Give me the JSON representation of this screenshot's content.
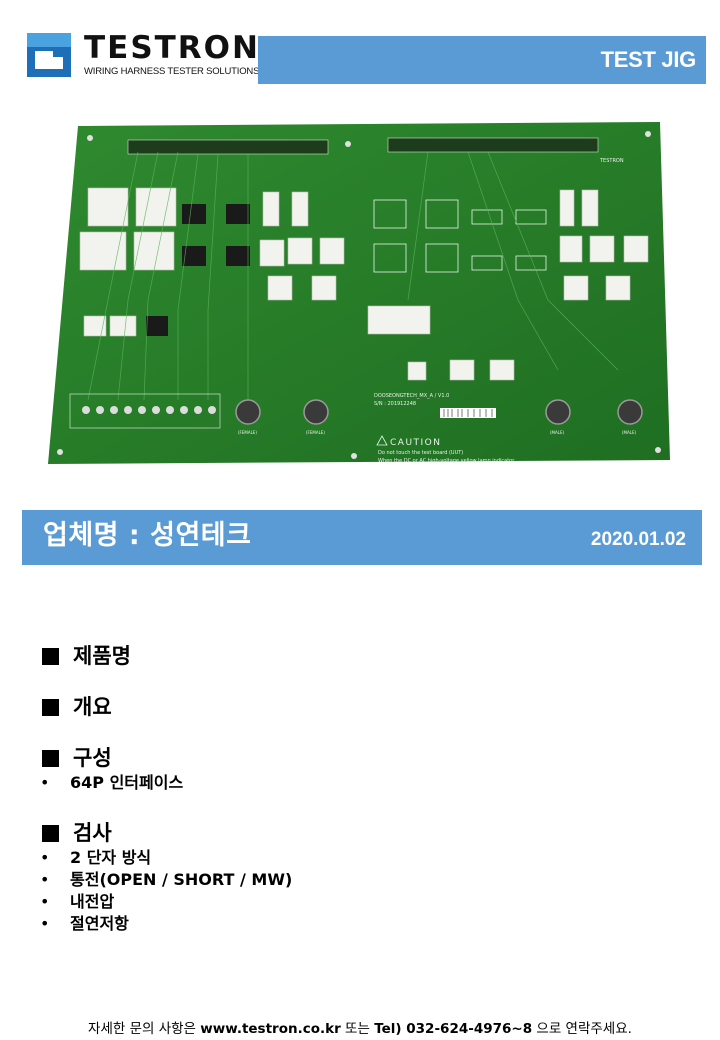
{
  "header": {
    "brand": "TESTRON",
    "tagline": "WIRING HARNESS TESTER SOLUTIONS",
    "title": "TEST JIG",
    "accent_color": "#5b9bd5"
  },
  "photo": {
    "board_label": "DOOSEONGTECH_MX_A / V1.0",
    "serial": "S/N : 201912248",
    "caution_title": "CAUTION",
    "caution_line1": "Do not touch the test board (UUT)",
    "caution_line2": "When the DC or AC high-voltage yellow lamp indicator.",
    "brand_mark": "TESTRON",
    "female_label": "(FEMALE)",
    "male_label": "(MALE)"
  },
  "company": {
    "name": "업체명 : 성연테크",
    "date": "2020.01.02"
  },
  "sections": {
    "product": {
      "title": "제품명"
    },
    "overview": {
      "title": "개요"
    },
    "composition": {
      "title": "구성",
      "items": [
        "64P 인터페이스"
      ]
    },
    "inspection": {
      "title": "검사",
      "items": [
        "2 단자 방식",
        "통전(OPEN / SHORT / MW)",
        "내전압",
        "절연저항"
      ]
    }
  },
  "footer": {
    "prefix": "자세한 문의 사항은 ",
    "website": "www.testron.co.kr",
    "middle": " 또는 ",
    "phone": "Tel) 032-624-4976~8",
    "suffix": " 으로 연락주세요."
  }
}
